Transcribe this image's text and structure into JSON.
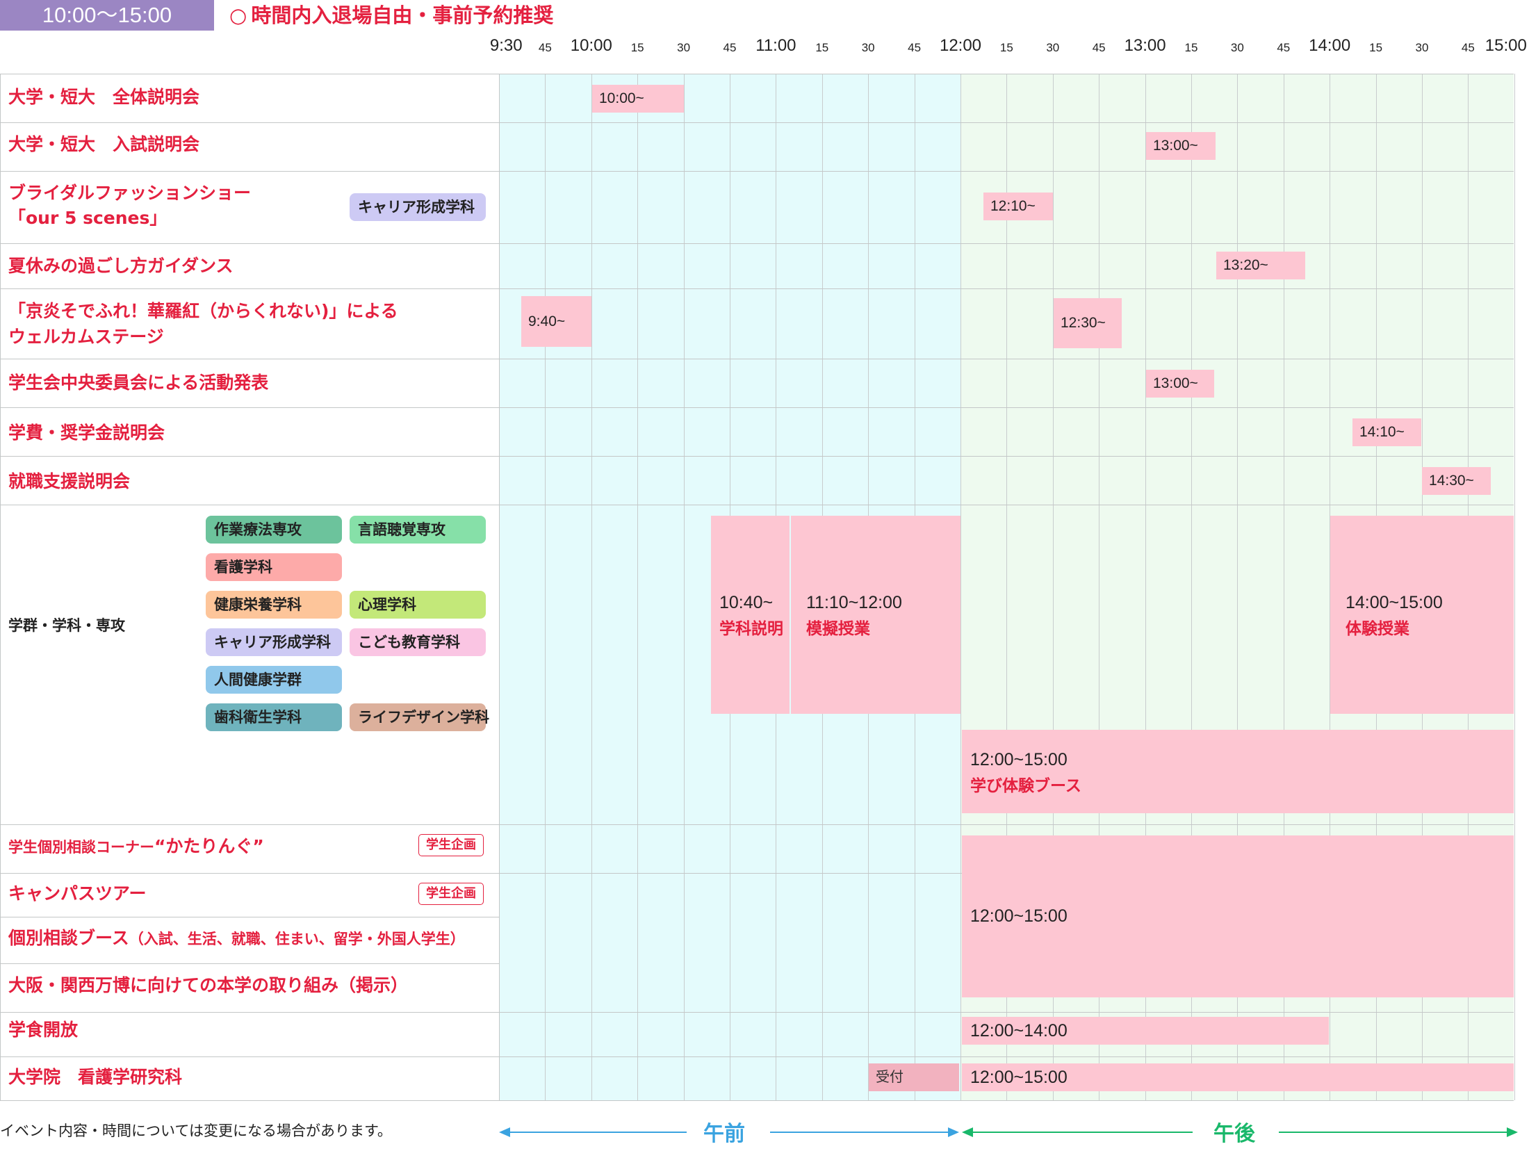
{
  "header": {
    "time_range": "10:00〜15:00",
    "notice_icon": "circle-icon",
    "notice": "時間内入退場自由・事前予約推奨"
  },
  "timeline": {
    "ticks": [
      "9:30",
      "45",
      "10:00",
      "15",
      "30",
      "45",
      "11:00",
      "15",
      "30",
      "45",
      "12:00",
      "15",
      "30",
      "45",
      "13:00",
      "15",
      "30",
      "45",
      "14:00",
      "15",
      "30",
      "45",
      "15:00"
    ],
    "am_label": "午前",
    "pm_label": "午後"
  },
  "rows": {
    "r1": "大学・短大　全体説明会",
    "r2": "大学・短大　入試説明会",
    "r3_line1": "ブライダルファッションショー",
    "r3_line2": "「our 5 scenes」",
    "r3_tag": "キャリア形成学科",
    "r4": "夏休みの過ごし方ガイダンス",
    "r5_line1": "「京炎そでふれ！華羅紅（からくれない)」による",
    "r5_line2": "ウェルカムステージ",
    "r6": "学生会中央委員会による活動発表",
    "r7": "学費・奨学金説明会",
    "r8": "就職支援説明会",
    "r9": "学群・学科・専攻",
    "r10": "学生個別相談コーナー",
    "r10_quote": "“かたりんぐ”",
    "r11": "キャンパスツアー",
    "r12": "個別相談ブース",
    "r12_sub": "（入試、生活、就職、住まい、留学・外国人学生）",
    "r13": "大阪・関西万博に向けての本学の取り組み（掲示）",
    "r14": "学食開放",
    "r15": "大学院　看護学研究科",
    "student_tag": "学生企画"
  },
  "departments": [
    {
      "name": "作業療法専攻",
      "color": "#6cc39c"
    },
    {
      "name": "言語聴覚専攻",
      "color": "#86e0a8"
    },
    {
      "name": "看護学科",
      "color": "#fdaaa9"
    },
    {
      "name": "健康栄養学科",
      "color": "#fdc59a"
    },
    {
      "name": "心理学科",
      "color": "#c3e879"
    },
    {
      "name": "キャリア形成学科",
      "color": "#cdcaf4"
    },
    {
      "name": "こども教育学科",
      "color": "#fac5e3"
    },
    {
      "name": "人間健康学群",
      "color": "#90c8eb"
    },
    {
      "name": "歯科衛生学科",
      "color": "#6fb3bd"
    },
    {
      "name": "ライフデザイン学科",
      "color": "#dcb09c"
    }
  ],
  "events": {
    "e1": "10:00~",
    "e2": "13:00~",
    "e3": "12:10~",
    "e4": "13:20~",
    "e5a": "9:40~",
    "e5b": "12:30~",
    "e6": "13:00~",
    "e7": "14:10~",
    "e8": "14:30~",
    "e9a_time": "10:40~",
    "e9a_title": "学科説明",
    "e9b_time": "11:10~12:00",
    "e9b_title": "模擬授業",
    "e9c_time": "14:00~15:00",
    "e9c_title": "体験授業",
    "e9d_time": "12:00~15:00",
    "e9d_title": "学び体験ブース",
    "e10": "12:00~15:00",
    "e14": "12:00~14:00",
    "e15_reception": "受付",
    "e15": "12:00~15:00"
  },
  "footer": {
    "note": "イベント内容・時間については変更になる場合があります。"
  },
  "colors": {
    "accent_red": "#e4203f",
    "header_purple": "#9b86c3",
    "am_bg": "#e4fbfc",
    "pm_bg": "#eefaef",
    "event_pink": "#fdc6d2",
    "am_arrow": "#3aa3e0",
    "pm_arrow": "#19b86a"
  }
}
